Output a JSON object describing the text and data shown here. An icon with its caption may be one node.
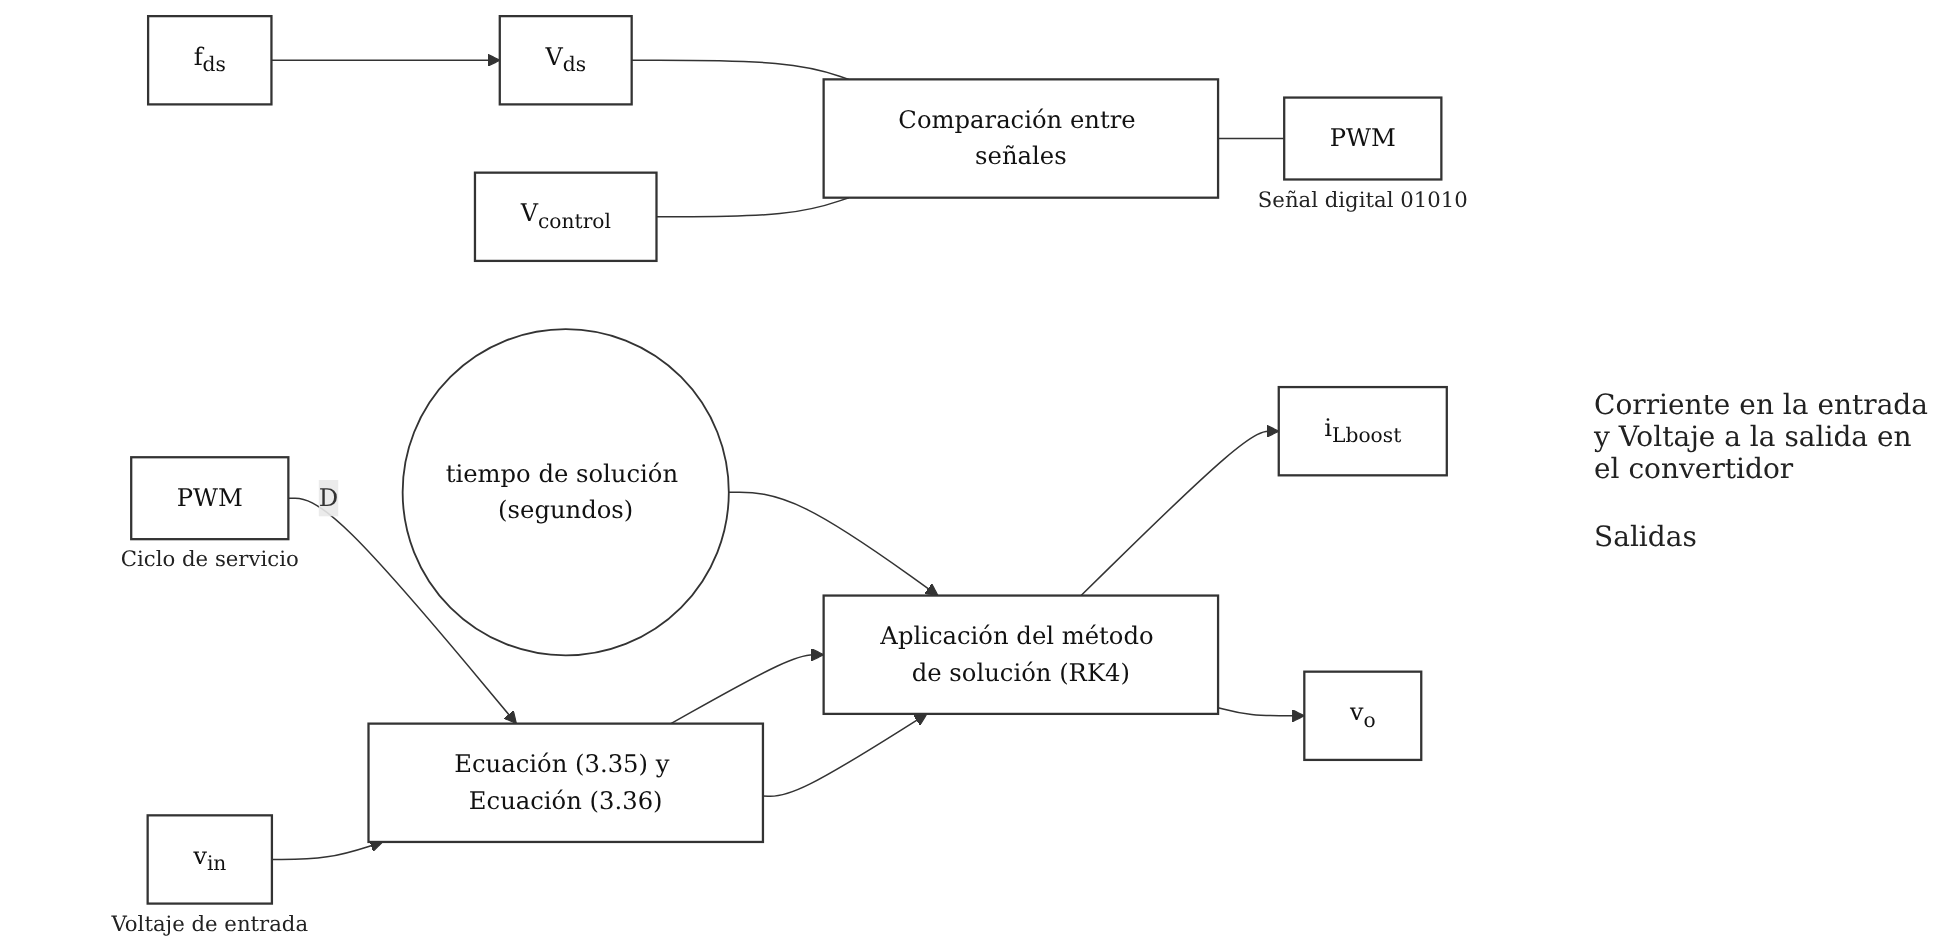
{
  "diagram": {
    "nodes": [
      {
        "text": [
          "f$_{ds}$"
        ]
      },
      {
        "text": [
          "V$_{ds}$"
        ]
      },
      {
        "text": [
          "V$_{control}$"
        ]
      },
      {
        "text": [
          "Comparación entre señales"
        ]
      },
      {
        "text": [
          "PWM"
        ],
        "beside": [
          "Señal digital 01010"
        ]
      },
      {
        "text": [
          "tiempo de solución (segundos)"
        ]
      },
      {
        "text": [
          "PWM"
        ],
        "beside": [
          "Ciclo de servicio"
        ]
      },
      {
        "text": [
          "v$_{in}$"
        ],
        "beside": [
          "Voltaje de entrada"
        ]
      },
      {
        "text": [
          "Ecuación (3.35) y Ecuación (3.36)"
        ]
      },
      {
        "text": [
          "Aplicación del método de solución (RK4)"
        ]
      },
      {
        "text": [
          "i$_{L}$$_{boost}$"
        ]
      },
      {
        "text": [
          "v$_{o}$"
        ]
      }
    ],
    "edges": [
      {
        "from": 0,
        "to": 1,
        "arrow": "to"
      },
      {
        "from": 1,
        "to": 3,
        "arrow": "none"
      },
      {
        "from": 2,
        "to": 3,
        "arrow": "none"
      },
      {
        "from": 3,
        "to": 4,
        "arrow": "none"
      },
      {
        "from": 5,
        "to": 9,
        "arrow": "to"
      },
      {
        "from": 6,
        "to": 8,
        "arrow": "to",
        "label": "D"
      },
      {
        "from": 7,
        "to": 8,
        "arrow": "to"
      },
      {
        "from": 8,
        "to": 9,
        "arrow": "to"
      },
      {
        "from": 8,
        "to": 9,
        "arrow": "to"
      },
      {
        "from": 9,
        "to": 10,
        "arrow": "to"
      },
      {
        "from": 9,
        "to": 11,
        "arrow": "to"
      }
    ],
    "labels": [
      "Corriente en la entrada y Voltaje a la salida en el convertidor",
      "Salidas"
    ]
  }
}
